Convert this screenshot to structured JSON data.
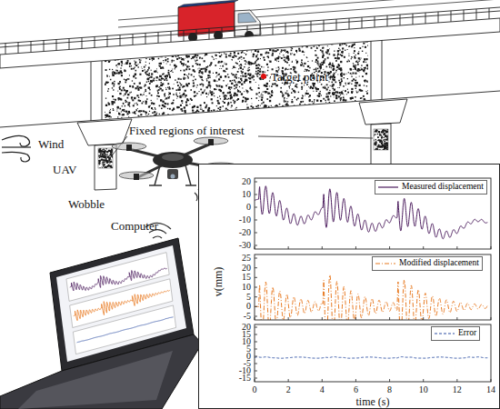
{
  "diagram": {
    "labels": [
      "Wind",
      "UAV",
      "Wobble",
      "Fixed regions of interest",
      "Target point",
      "Computer",
      "v(mm)",
      "20",
      "10",
      "0",
      "-10",
      "-20",
      "-30",
      "25",
      "20",
      "15",
      "10",
      "5",
      "0",
      "-5",
      "20",
      "15",
      "10",
      "5",
      "0",
      "-5",
      "-10",
      "-15",
      "0",
      "2",
      "4",
      "6",
      "8",
      "10",
      "12",
      "14",
      "time (s)"
    ],
    "legend": [
      {
        "text": "Measured displacement"
      },
      {
        "text": "Modified displacement"
      },
      {
        "text": "Error"
      }
    ]
  }
}
